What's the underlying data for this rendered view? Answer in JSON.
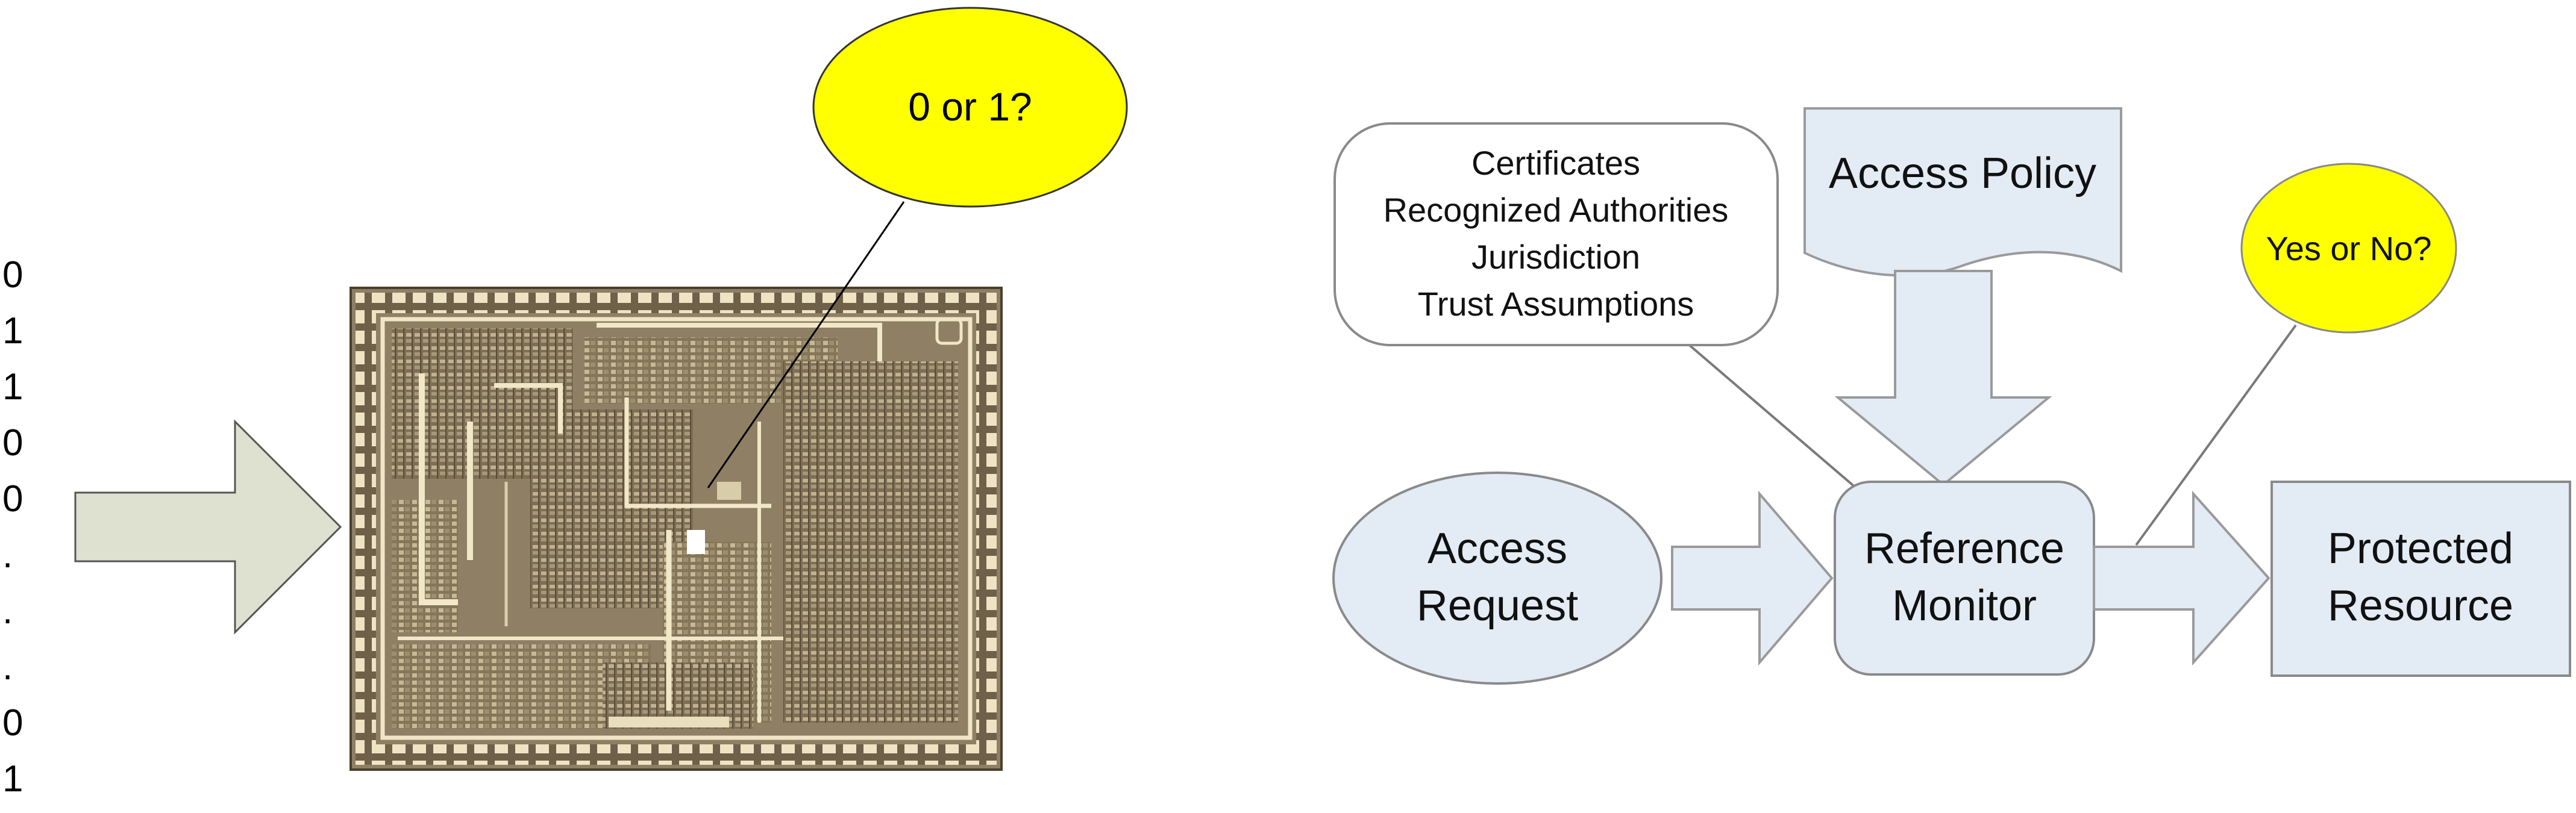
{
  "bit_stream": [
    "0",
    "1",
    "1",
    "0",
    "0",
    ".",
    ".",
    ".",
    "0",
    "1"
  ],
  "chip": {
    "question": "0 or 1?"
  },
  "policy_diagram": {
    "credentials": [
      "Certificates",
      "Recognized Authorities",
      "Jurisdiction",
      "Trust Assumptions"
    ],
    "access_policy": "Access Policy",
    "decision": "Yes or No?",
    "access_request": [
      "Access",
      "Request"
    ],
    "reference_monitor": [
      "Reference",
      "Monitor"
    ],
    "protected_resource": [
      "Protected",
      "Resource"
    ]
  },
  "colors": {
    "shape_fill": "#e3ebf5",
    "callout_fill": "#ffff00",
    "input_arrow_fill": "#dfe1d0",
    "chip_base": "#8e7f65",
    "chip_metal": "#efe6c5",
    "stroke": "#7a7a7a"
  }
}
